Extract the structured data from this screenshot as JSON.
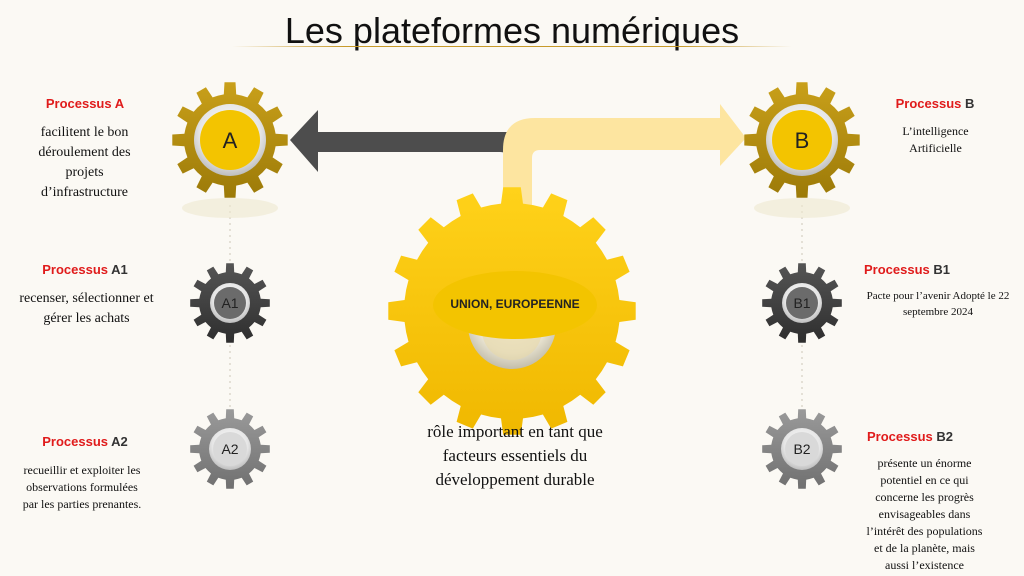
{
  "title": "Les plateformes numériques",
  "center": {
    "label": "UNION, EUROPEENNE",
    "description": "rôle important en tant que facteurs essentiels du développement durable"
  },
  "processes": {
    "A": {
      "heading_prefix": "Processus",
      "heading_code": "A",
      "gear_label": "A",
      "description": "facilitent le bon déroulement des projets d’infrastructure"
    },
    "A1": {
      "heading_prefix": "Processus",
      "heading_code": "A1",
      "gear_label": "A1",
      "description": "recenser,  sélectionner et gérer les achats"
    },
    "A2": {
      "heading_prefix": "Processus",
      "heading_code": "A2",
      "gear_label": "A2",
      "description": "recueillir et exploiter les observations formulées par les parties prenantes."
    },
    "B": {
      "heading_prefix": "Processus",
      "heading_code": "B",
      "gear_label": "B",
      "description": "L’intelligence Artificielle"
    },
    "B1": {
      "heading_prefix": "Processus",
      "heading_code": "B1",
      "gear_label": "B1",
      "description": "Pacte  pour l’avenir Adopté le 22 septembre 2024"
    },
    "B2": {
      "heading_prefix": "Processus",
      "heading_code": "B2",
      "gear_label": "B2",
      "description": "présente un énorme potentiel en ce qui concerne les progrès envisageables dans l’intérêt des populations et de la planète, mais aussi l’existence"
    }
  },
  "colors": {
    "gold_dark": "#b8900e",
    "gold": "#f3c400",
    "gold_light": "#fde17a",
    "arrow_dark": "#4d4d4d",
    "arrow_light": "#fde5a0",
    "gear_dark": "#444444",
    "gear_mid": "#6b6b6b",
    "gear_grey": "#8a8a8a",
    "heading_red": "#e01b1b"
  }
}
